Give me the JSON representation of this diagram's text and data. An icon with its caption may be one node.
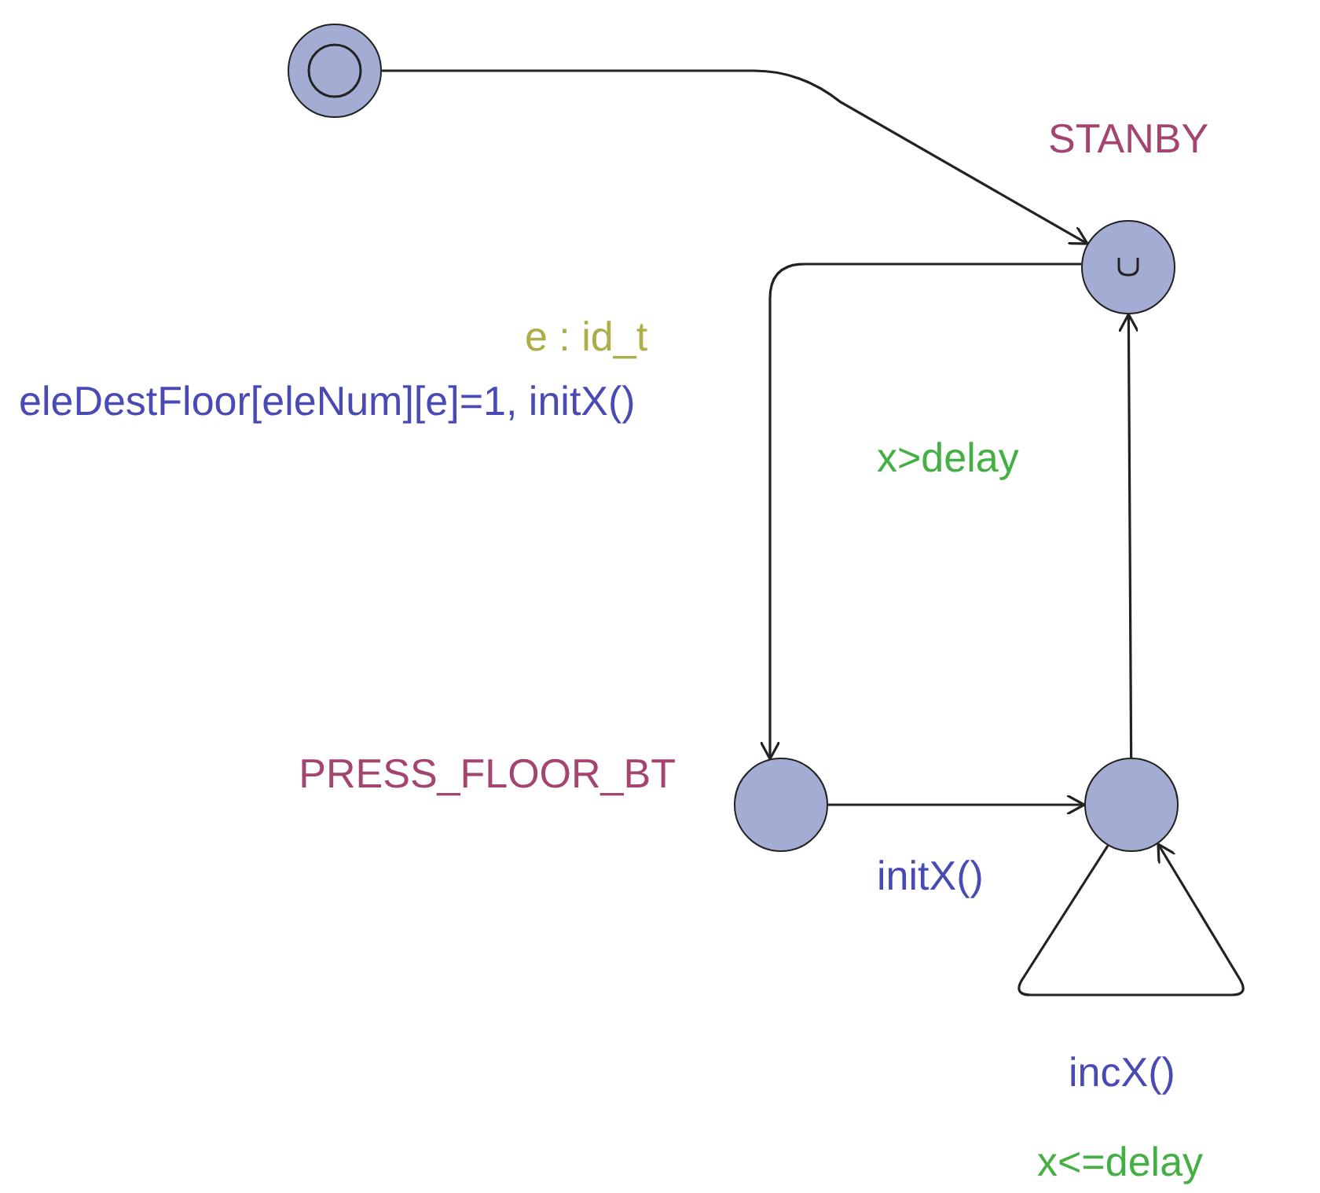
{
  "diagram": {
    "nodes": [
      {
        "text": [],
        "shape": "circle"
      },
      {
        "text": [
          "STANBY"
        ]
      },
      {
        "text": [
          "PRESS_FLOOR_BT"
        ]
      },
      {
        "text": [],
        "shape": "circle"
      }
    ],
    "edges": [
      {
        "from": 0,
        "to": 1,
        "arrow": "to"
      },
      {
        "from": 1,
        "to": 2,
        "arrow": "to",
        "label": "e : id_t"
      },
      {
        "from": 2,
        "to": 3,
        "arrow": "to",
        "label": "initX()"
      },
      {
        "from": 3,
        "to": 1,
        "arrow": "to",
        "label": "x>delay"
      },
      {
        "from": 3,
        "to": 3,
        "arrow": "to",
        "label": "incX()"
      }
    ],
    "labels": [
      "eleDestFloor[eleNum][e]=1, initX()",
      "x<=delay"
    ]
  }
}
